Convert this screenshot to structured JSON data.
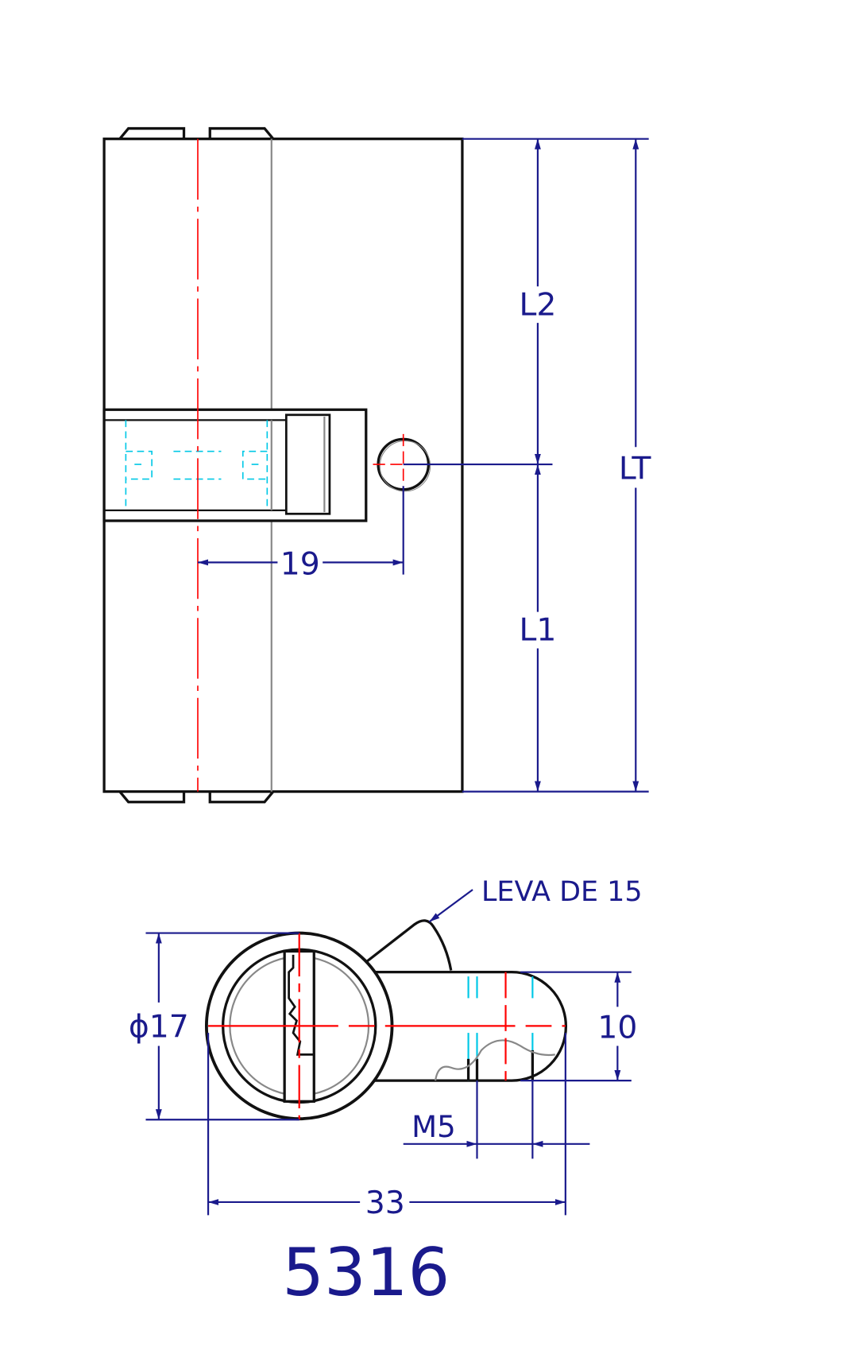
{
  "drawing": {
    "top_view": {
      "dim_L2": "L2",
      "dim_L1": "L1",
      "dim_LT": "LT",
      "dim_19": "19"
    },
    "end_view": {
      "cam_label": "LEVA DE 15",
      "dim_diameter": "ϕ17",
      "dim_10": "10",
      "dim_M5": "M5",
      "dim_33": "33"
    },
    "part_number": "5316"
  },
  "colors": {
    "outline": "#111111",
    "dimension": "#1a1a8c",
    "centerline": "#ff0000",
    "hidden": "#00c8e6",
    "secondary": "#8a8a8a"
  }
}
